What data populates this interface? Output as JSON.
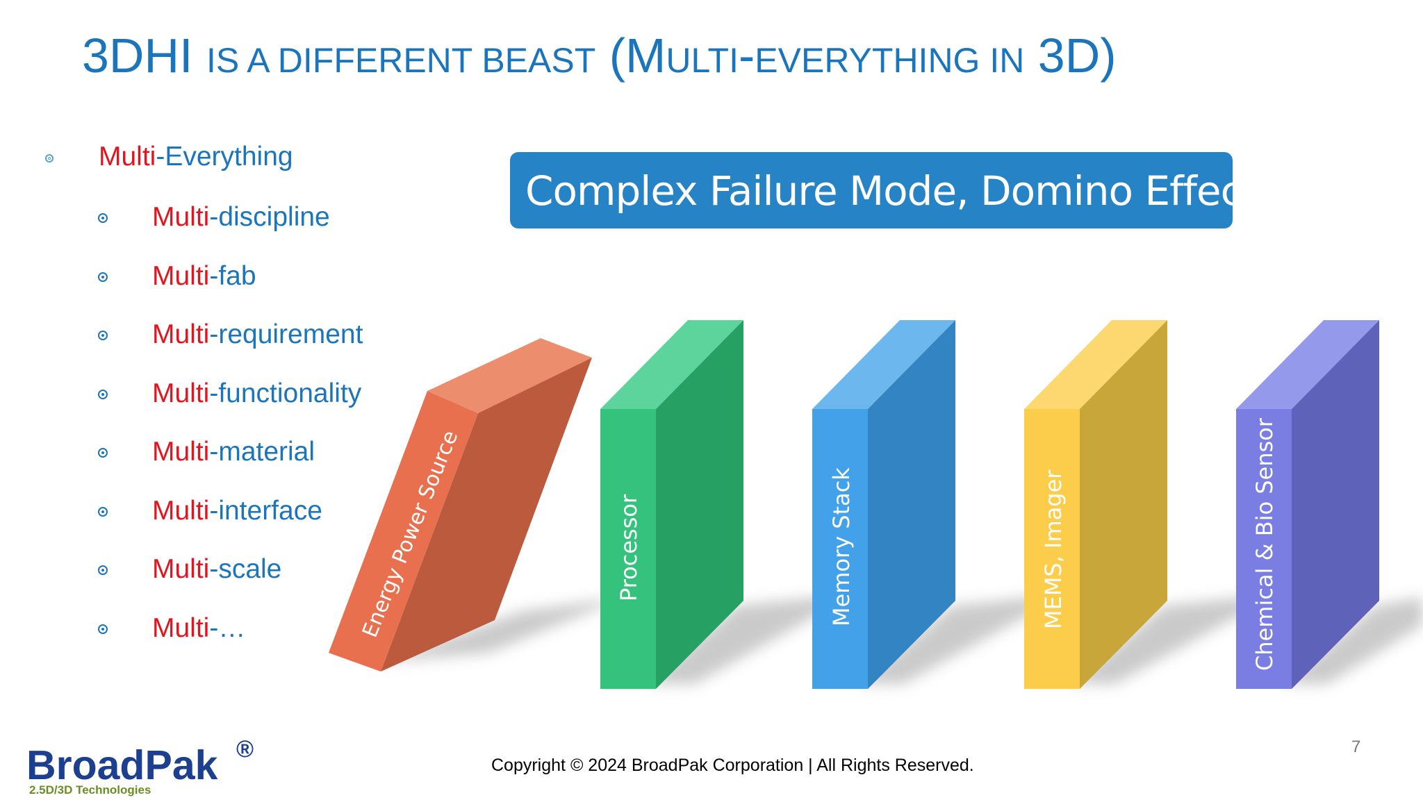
{
  "slide": {
    "title": {
      "part1": "3DHI ",
      "part2": "IS A DIFFERENT BEAST",
      "part3": " (M",
      "part4": "ULTI",
      "part5": "-",
      "part6": "EVERYTHING IN",
      "part7": " 3D)"
    },
    "bullets": {
      "main": {
        "prefix": "Multi",
        "suffix": "-Everything"
      },
      "sub": [
        {
          "prefix": "Multi",
          "suffix": "-discipline"
        },
        {
          "prefix": "Multi",
          "suffix": "-fab"
        },
        {
          "prefix": "Multi",
          "suffix": "-requirement"
        },
        {
          "prefix": "Multi",
          "suffix": "-functionality"
        },
        {
          "prefix": "Multi",
          "suffix": "-material"
        },
        {
          "prefix": "Multi",
          "suffix": "-interface"
        },
        {
          "prefix": "Multi",
          "suffix": "-scale"
        },
        {
          "prefix": "Multi",
          "suffix": "-…"
        }
      ]
    },
    "banner": "Complex Failure Mode, Domino Effect",
    "blocks": [
      {
        "label": "Energy Power Source",
        "color_front": "#e8704f",
        "color_side": "#bb5a3c",
        "color_top": "#ec8d6d"
      },
      {
        "label": "Processor",
        "color_front": "#35c27c",
        "color_side": "#27a064",
        "color_top": "#5dd49b"
      },
      {
        "label": "Memory Stack",
        "color_front": "#42a1e9",
        "color_side": "#3384c3",
        "color_top": "#6cb8ee"
      },
      {
        "label": "MEMS, Imager",
        "color_front": "#fccc4b",
        "color_side": "#c9a63a",
        "color_top": "#fdd870"
      },
      {
        "label": "Chemical & Bio Sensor",
        "color_front": "#7a7ee3",
        "color_side": "#5e62b9",
        "color_top": "#9599ec"
      }
    ],
    "footer": {
      "copyright": "Copyright © 2024 BroadPak Corporation | All Rights Reserved.",
      "page_number": "7",
      "logo": "BroadPak",
      "logo_mark": "®",
      "logo_tagline": "2.5D/3D Technologies"
    }
  }
}
